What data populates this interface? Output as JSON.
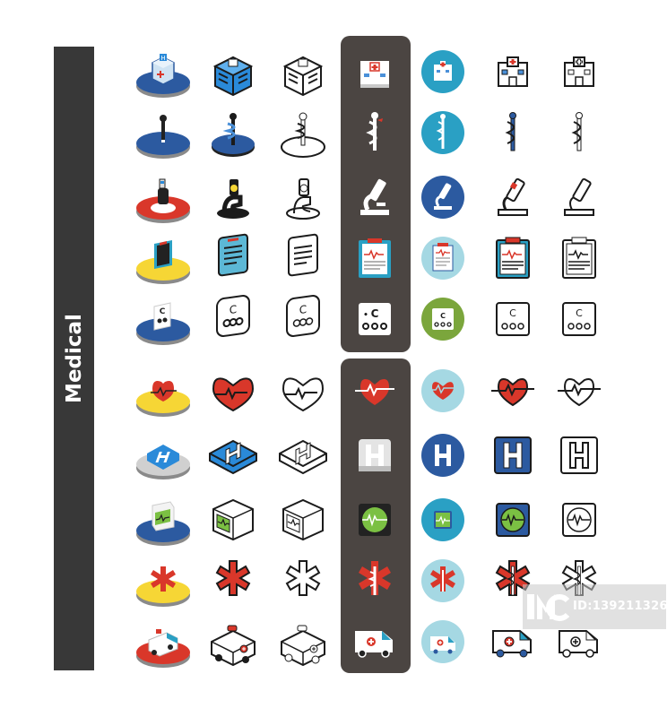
{
  "sidebar": {
    "title": "Medical"
  },
  "watermark": {
    "text": "ID:139211326",
    "brand": "iMC"
  },
  "columns": [
    "isometric-color",
    "isometric-flat",
    "isometric-outline",
    "flat-dark",
    "flat-circle",
    "filled-line",
    "outline"
  ],
  "rows": [
    "hospital",
    "caduceus",
    "microscope",
    "medical-report",
    "eye-chart",
    "heartbeat",
    "hospital-sign",
    "monitor",
    "star-of-life",
    "ambulance"
  ],
  "colors": {
    "sidebar": "#383838",
    "panel": "#4b4542",
    "red": "#d9372a",
    "blue": "#2c5aa0",
    "yellow": "#f6d635",
    "circle_bg": "#a5d8e3",
    "green": "#7bc043"
  }
}
